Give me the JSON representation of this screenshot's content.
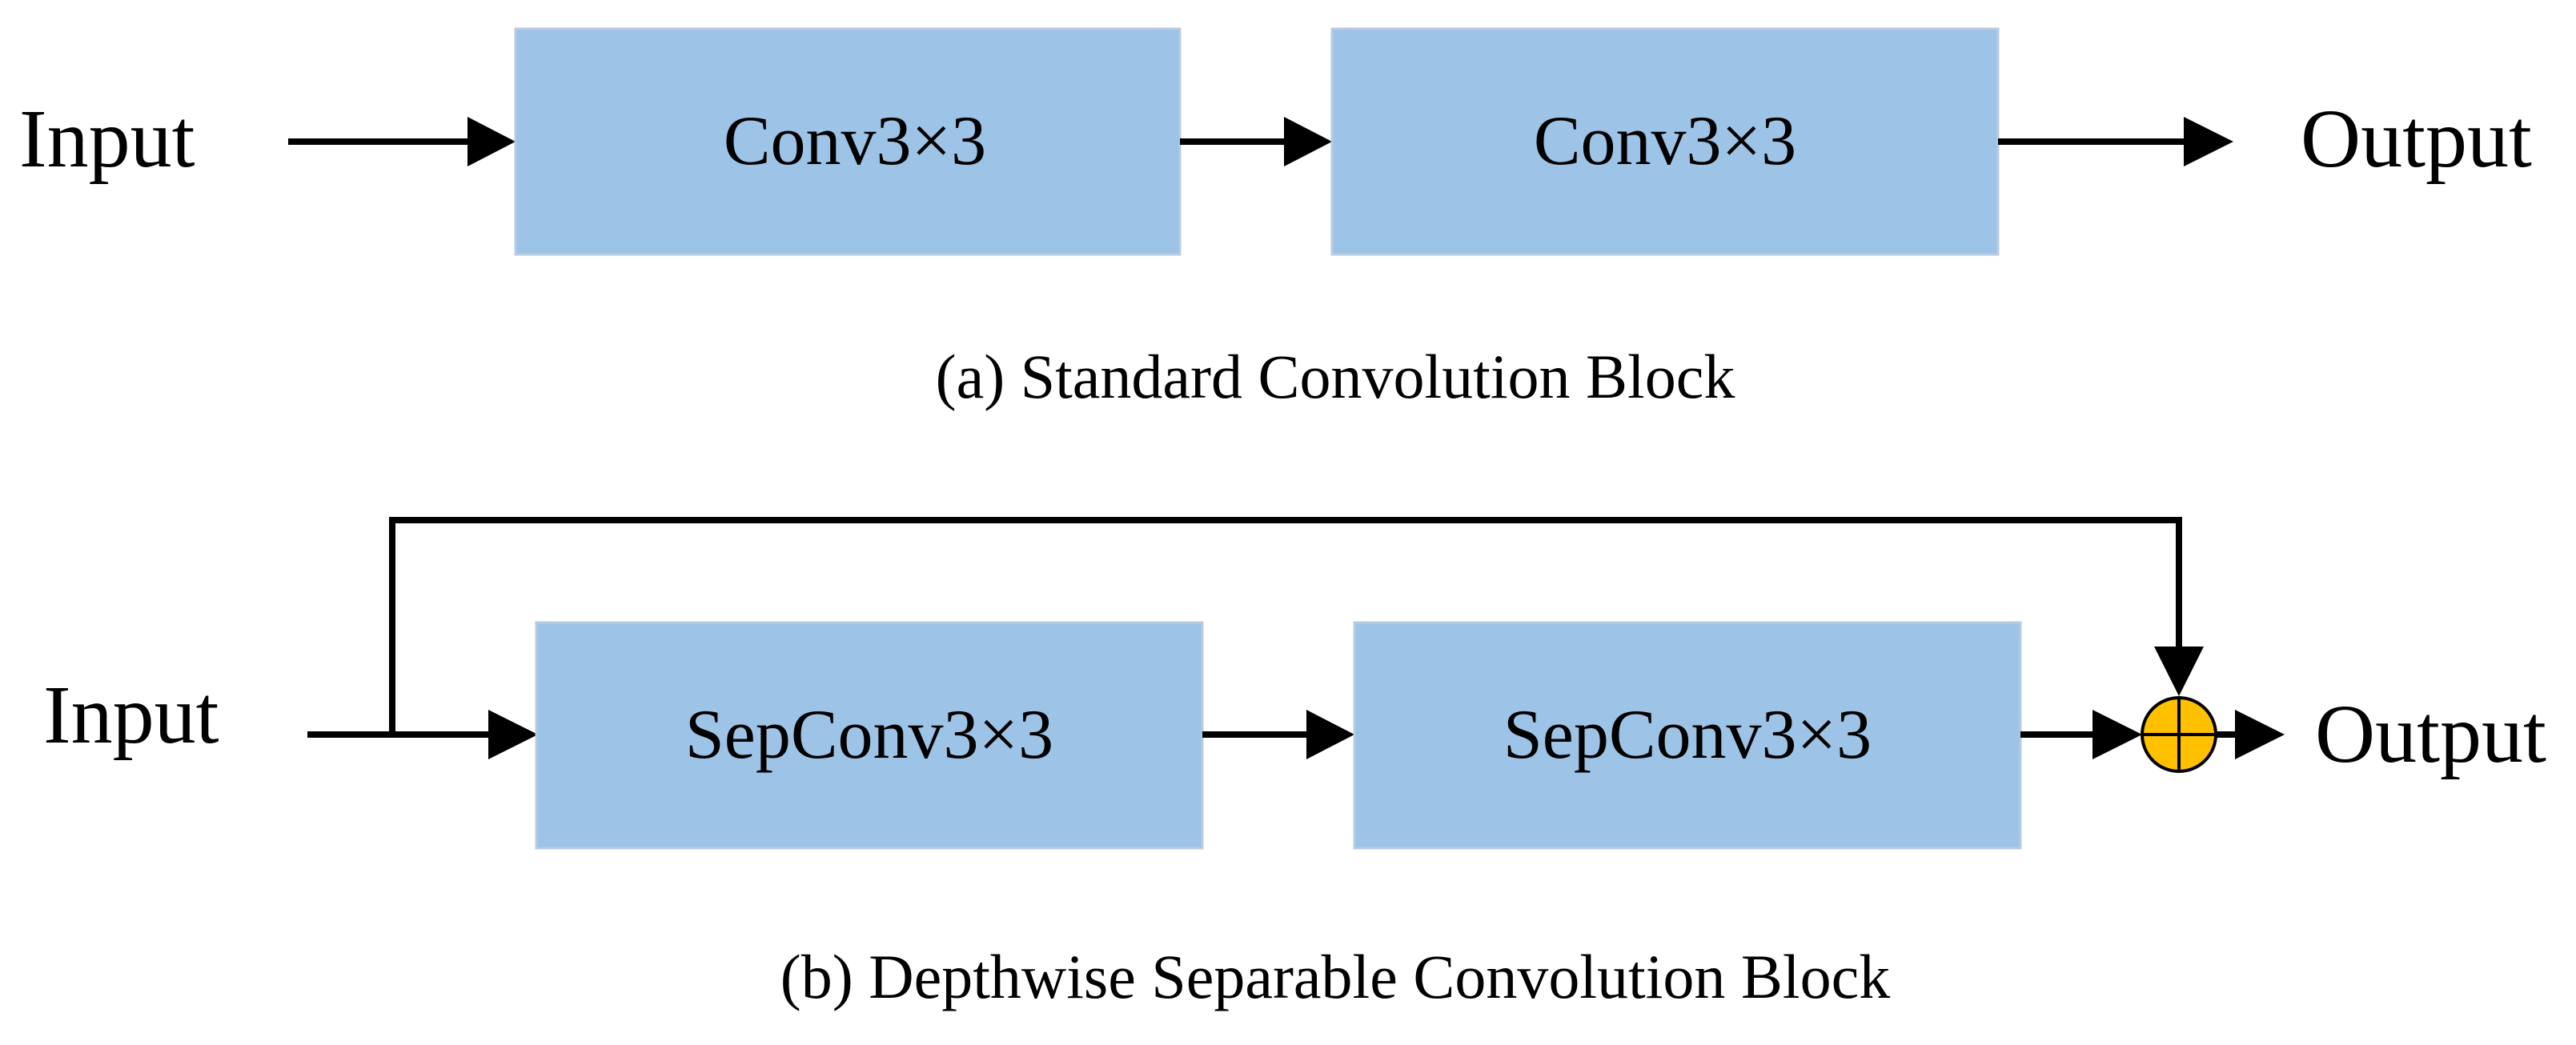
{
  "colors": {
    "block_fill": "#9DC3E6",
    "block_stroke": "#B8CCE0",
    "adder_fill": "#FFC000",
    "line": "#000000"
  },
  "panel_a": {
    "input_label": "Input",
    "block1": "Conv3×3",
    "block2": "Conv3×3",
    "output_label": "Output",
    "caption": "(a) Standard Convolution Block"
  },
  "panel_b": {
    "input_label": "Input",
    "block1": "SepConv3×3",
    "block2": "SepConv3×3",
    "output_label": "Output",
    "caption": "(b) Depthwise Separable Convolution Block",
    "adder_icon": "circled-plus-icon"
  }
}
